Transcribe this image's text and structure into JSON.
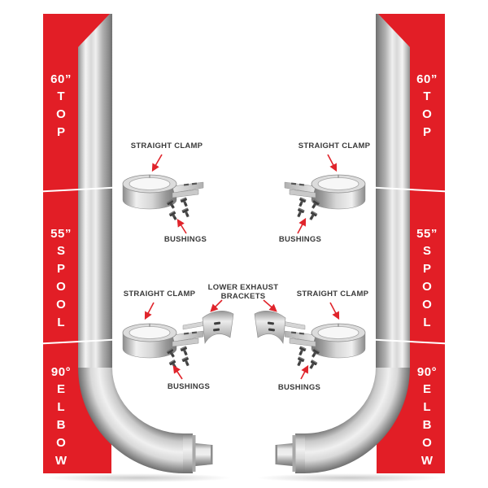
{
  "diagram_title": "exhaust-stack-kit-diagram",
  "colors": {
    "red": "#e21e26",
    "arrow_red": "#e0242b",
    "label_text": "#3a3a3a",
    "banner_text": "#ffffff"
  },
  "banners": {
    "left": {
      "sections": [
        {
          "size": "60”",
          "word": "TOP"
        },
        {
          "size": "55”",
          "word": "SPOOL"
        },
        {
          "size": "90°",
          "word": "ELBOW"
        }
      ]
    },
    "right": {
      "sections": [
        {
          "size": "60”",
          "word": "TOP"
        },
        {
          "size": "55”",
          "word": "SPOOL"
        },
        {
          "size": "90°",
          "word": "ELBOW"
        }
      ]
    }
  },
  "callouts": {
    "straight_clamp": "STRAIGHT CLAMP",
    "bushings": "BUSHINGS",
    "lower_exhaust_brackets_line1": "LOWER EXHAUST",
    "lower_exhaust_brackets_line2": "BRACKETS"
  }
}
